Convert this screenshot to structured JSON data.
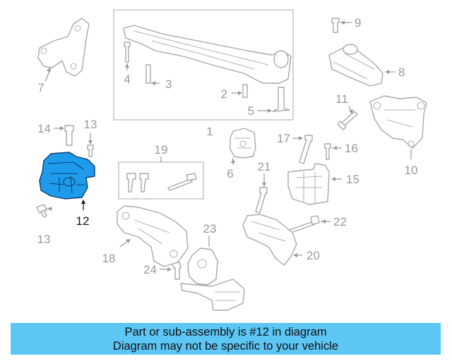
{
  "callouts": {
    "c1": "1",
    "c2": "2",
    "c3": "3",
    "c4": "4",
    "c5": "5",
    "c6": "6",
    "c7": "7",
    "c8": "8",
    "c9": "9",
    "c10": "10",
    "c11": "11",
    "c12": "12",
    "c13a": "13",
    "c13b": "13",
    "c14": "14",
    "c15": "15",
    "c16": "16",
    "c17": "17",
    "c18": "18",
    "c19": "19",
    "c20": "20",
    "c21": "21",
    "c22": "22",
    "c23": "23",
    "c24": "24"
  },
  "highlight": {
    "part": "12",
    "color": "#1e9bea"
  },
  "banner": {
    "line1": "Part or sub-assembly is #12 in diagram",
    "line2": "Diagram may not be specific to your vehicle",
    "color": "#5cc6f5"
  }
}
